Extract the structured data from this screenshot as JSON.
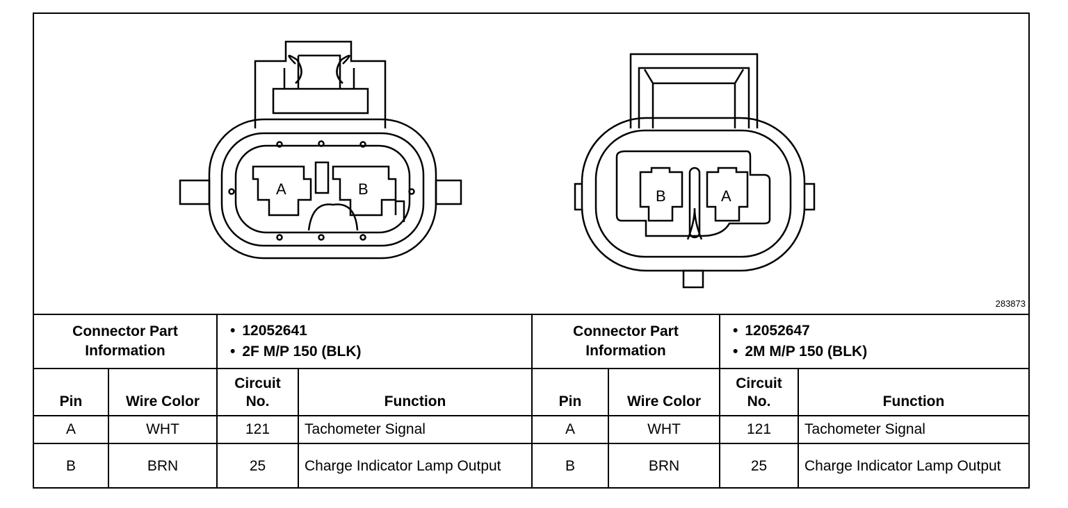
{
  "figure_id": "283873",
  "connectors": [
    {
      "info_label": "Connector Part Information",
      "info_items": [
        "12052641",
        "2F M/P 150 (BLK)"
      ],
      "column_headers": {
        "pin": "Pin",
        "wire_color": "Wire Color",
        "circuit_no": "Circuit No.",
        "function": "Function"
      },
      "rows": [
        {
          "pin": "A",
          "wire_color": "WHT",
          "circuit_no": "121",
          "function": "Tachometer Signal"
        },
        {
          "pin": "B",
          "wire_color": "BRN",
          "circuit_no": "25",
          "function": "Charge Indicator Lamp Output"
        }
      ],
      "cavity_labels": [
        "A",
        "B"
      ]
    },
    {
      "info_label": "Connector Part Information",
      "info_items": [
        "12052647",
        "2M M/P 150 (BLK)"
      ],
      "column_headers": {
        "pin": "Pin",
        "wire_color": "Wire Color",
        "circuit_no": "Circuit No.",
        "function": "Function"
      },
      "rows": [
        {
          "pin": "A",
          "wire_color": "WHT",
          "circuit_no": "121",
          "function": "Tachometer Signal"
        },
        {
          "pin": "B",
          "wire_color": "BRN",
          "circuit_no": "25",
          "function": "Charge Indicator Lamp Output"
        }
      ],
      "cavity_labels": [
        "B",
        "A"
      ]
    }
  ]
}
